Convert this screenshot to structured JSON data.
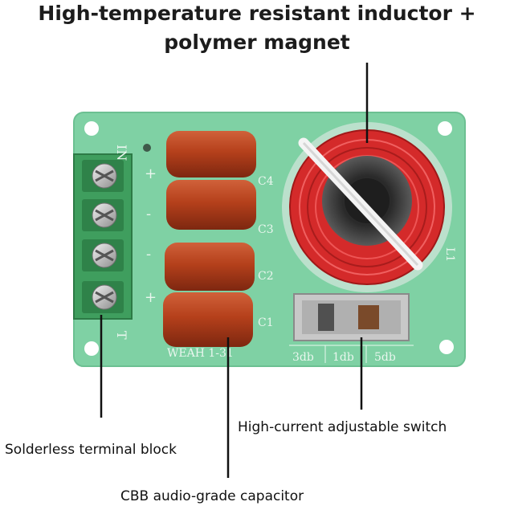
{
  "headline": {
    "line1": "High-temperature resistant inductor +",
    "line2": "polymer magnet"
  },
  "callouts": {
    "switch": "High-current adjustable switch",
    "terminal": "Solderless terminal block",
    "capacitor": "CBB audio-grade capacitor"
  },
  "board": {
    "in_label": "IN",
    "out_label": "T",
    "polarity": [
      "+",
      "-",
      "-",
      "+"
    ],
    "capacitor_labels": [
      "C4",
      "C3",
      "C2",
      "C1"
    ],
    "model_label": "WEAH 1-31",
    "inductor_label": "L1",
    "switch_positions": [
      "3db",
      "1db",
      "5db"
    ]
  },
  "colors": {
    "pcb": "#7fd1a4",
    "terminal": "#3f9e5e",
    "capacitor": "#b5401b",
    "coil": "#d42a2a"
  }
}
